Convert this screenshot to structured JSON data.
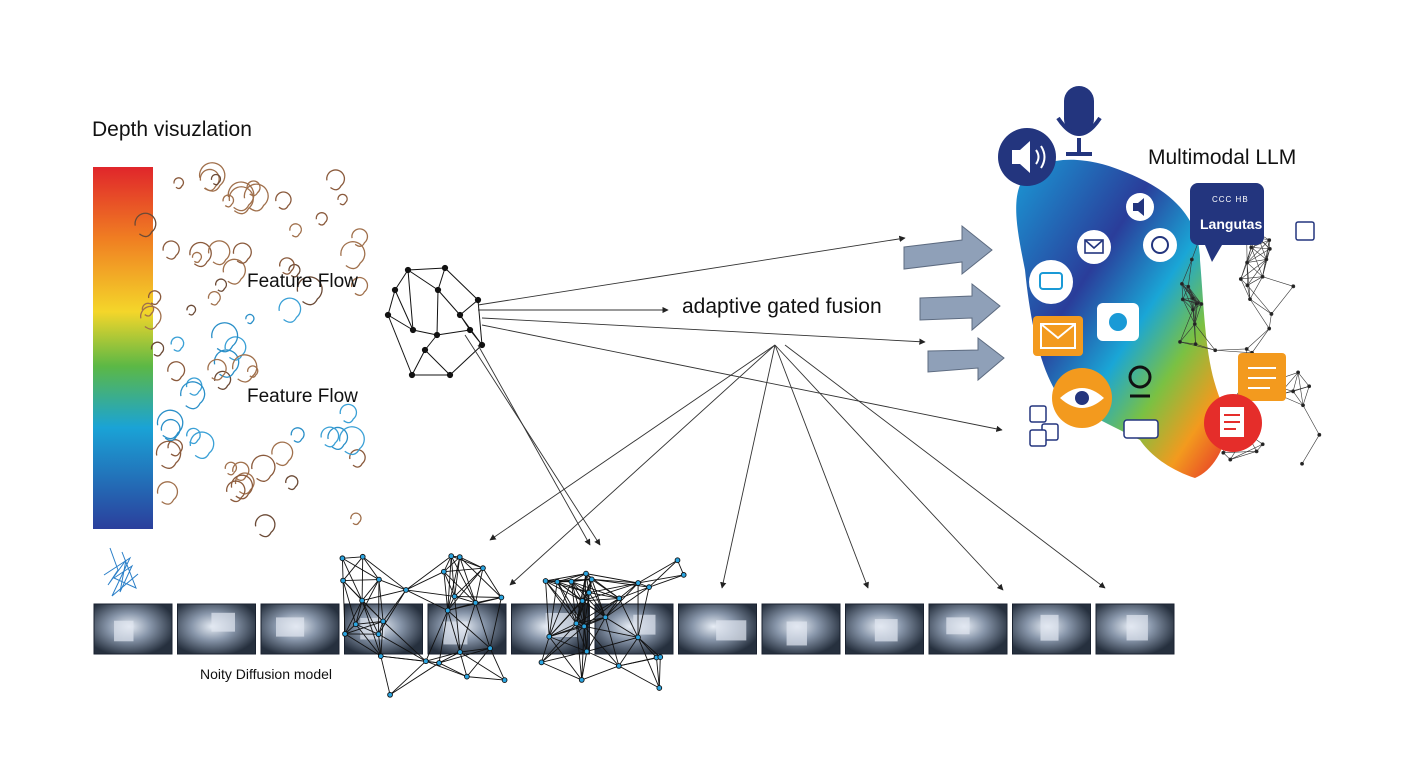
{
  "labels": {
    "depth_title": "Depth visuzlation",
    "feature_flow_top": "Feature Flow",
    "feature_flow_bottom": "Feature Flow",
    "fusion": "adaptive gated fusion",
    "llm": "Multimodal LLM",
    "diffusion": "Noity Diffusion model",
    "language_card": "Langutas",
    "language_bubble": "CCC HB"
  },
  "colors": {
    "depth_gradient": [
      "#e0262b",
      "#f07f22",
      "#f4d62a",
      "#5cb845",
      "#1aa3d6",
      "#2b3f9c"
    ],
    "llm_blob": [
      "#2a3d9a",
      "#1aa6d6",
      "#7ac143",
      "#f39a1e",
      "#e52d2a"
    ],
    "arrow_block": "#8fa0b8",
    "network": "#111111",
    "node_accent": "#2aa4e0"
  },
  "diagram": {
    "frames_count": 13,
    "icons": [
      "microphone-icon",
      "speaker-icon",
      "chat-icon",
      "mail-icon",
      "eye-icon",
      "document-icon",
      "language-card-icon",
      "cloud-icon",
      "headset-icon",
      "person-icon"
    ]
  }
}
